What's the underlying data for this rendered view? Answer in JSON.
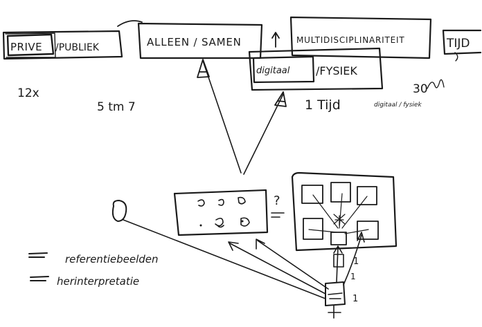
{
  "top_boxes": {
    "prive": "PRIVE",
    "publiek": "/PUBLIEK",
    "alleen_samen": "ALLEEN / SAMEN",
    "multidisciplinariteit": "MULTIDISCIPLINARITEIT",
    "digitaal": "digitaal",
    "fysiek": "/FYSIEK",
    "tijd": "TIJD"
  },
  "annotations": {
    "count_12x": "12x",
    "range_5_7": "5 tm 7",
    "one_tijd": "1 Tijd",
    "count_30": "30",
    "digitaal_fysiek_small": "digitaal / fysiek",
    "question_mark": "?",
    "panel_one_a": "1",
    "panel_one_b": "1",
    "bottom_one": "1"
  },
  "legend": {
    "item1": "referentiebeelden",
    "item2": "herinterpretatie"
  }
}
